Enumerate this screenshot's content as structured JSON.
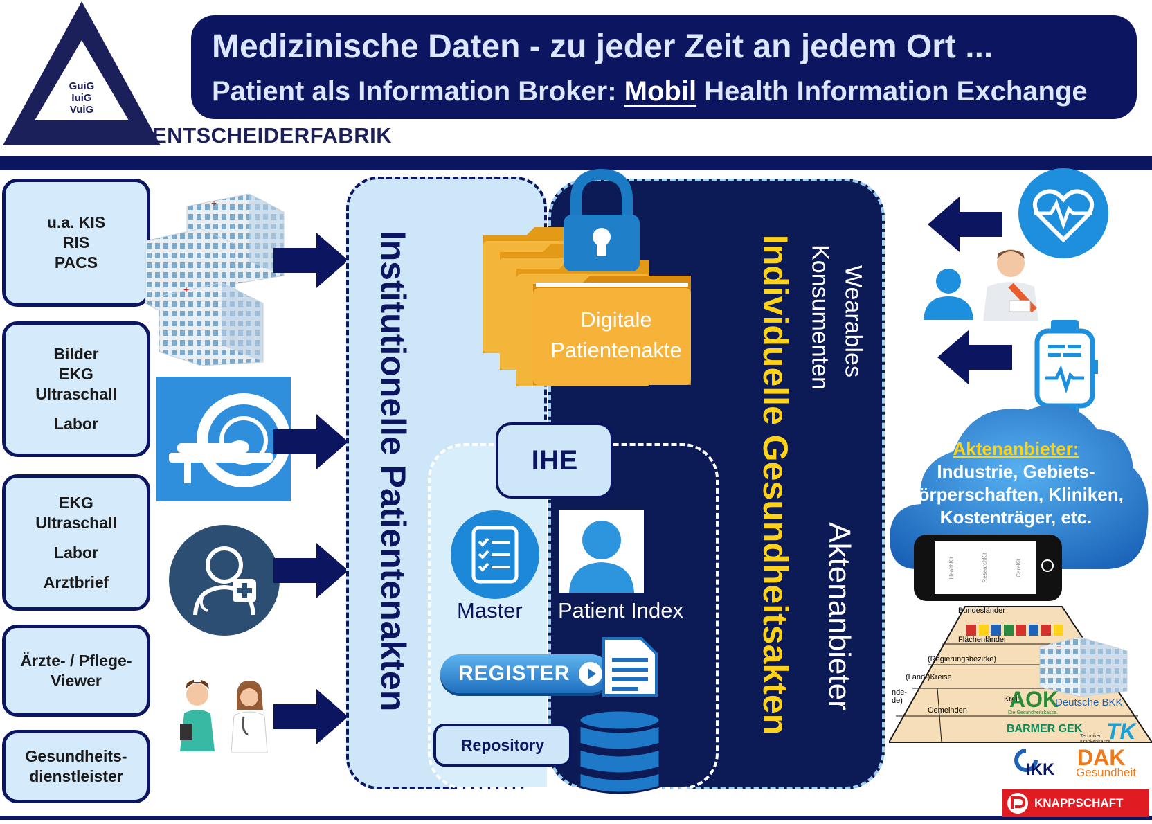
{
  "header": {
    "title_line1": "Medizinische Daten - zu jeder Zeit an jedem Ort ...",
    "title_line2_pre": "Patient als Information Broker: ",
    "title_line2_mobil": "Mobil",
    "title_line2_post": " Health Information Exchange",
    "brand": "ENTSCHEIDERFABRIK",
    "logo_lines": [
      "GuiG",
      "IuiG",
      "VuiG"
    ]
  },
  "sources": [
    {
      "lines": [
        "u.a. KIS",
        "RIS",
        "PACS"
      ]
    },
    {
      "lines": [
        "Bilder",
        "EKG",
        "Ultraschall",
        "",
        "Labor"
      ]
    },
    {
      "lines": [
        "EKG",
        "Ultraschall",
        "",
        "Labor",
        "",
        "Arztbrief"
      ]
    },
    {
      "lines": [
        "Ärzte- / Pflege-",
        "Viewer"
      ]
    },
    {
      "lines": [
        "Gesundheits-",
        "dienstleister"
      ]
    }
  ],
  "center": {
    "institutional_label": "Institutionelle Patientenakten",
    "individual_label": "Individuelle Gesundheitsakten",
    "wearables": "Wearables",
    "konsumenten": "Konsumenten",
    "aktenanbieter": "Aktenanbieter",
    "folder_line1": "Digitale",
    "folder_line2": "Patientenakte",
    "ihe": "IHE",
    "master": "Master",
    "patient_index": "Patient Index",
    "register": "REGISTER",
    "repository": "Repository"
  },
  "right": {
    "cloud_title": "Aktenanbieter:",
    "cloud_line1": "Industrie, Gebiets-",
    "cloud_line2": "körperschaften, Kliniken,",
    "cloud_line3": "Kostenträger, etc.",
    "phone_apps": [
      "HealthKit",
      "ResearchKit",
      "CareKit"
    ],
    "pyramid": {
      "bundeslaender": "Bundesländer",
      "flaechenlaender": "Flächenländer",
      "regierungsbezirke": "(Regierungsbezirke)",
      "kreise": "(Land-)Kreise",
      "gemeinden": "Gemeinden",
      "de_left": "nde-",
      "de_left2": "de)",
      "kreis_right": "Kreis"
    },
    "insurers": {
      "aok": "AOK",
      "aok_sub": "Die Gesundheitskasse.",
      "bkk": "Deutsche BKK",
      "barmer": "BARMER GEK",
      "tk": "TK",
      "tk_sub1": "Techniker",
      "tk_sub2": "Krankenkasse",
      "ikk": "IKK",
      "dak": "DAK",
      "dak_sub": "Gesundheit",
      "knappschaft": "KNAPPSCHAFT"
    }
  },
  "colors": {
    "navy": "#0c1660",
    "light_blue": "#cde7f8",
    "yellow": "#ffd21a",
    "cloud_blue": "#2e8ee0"
  }
}
